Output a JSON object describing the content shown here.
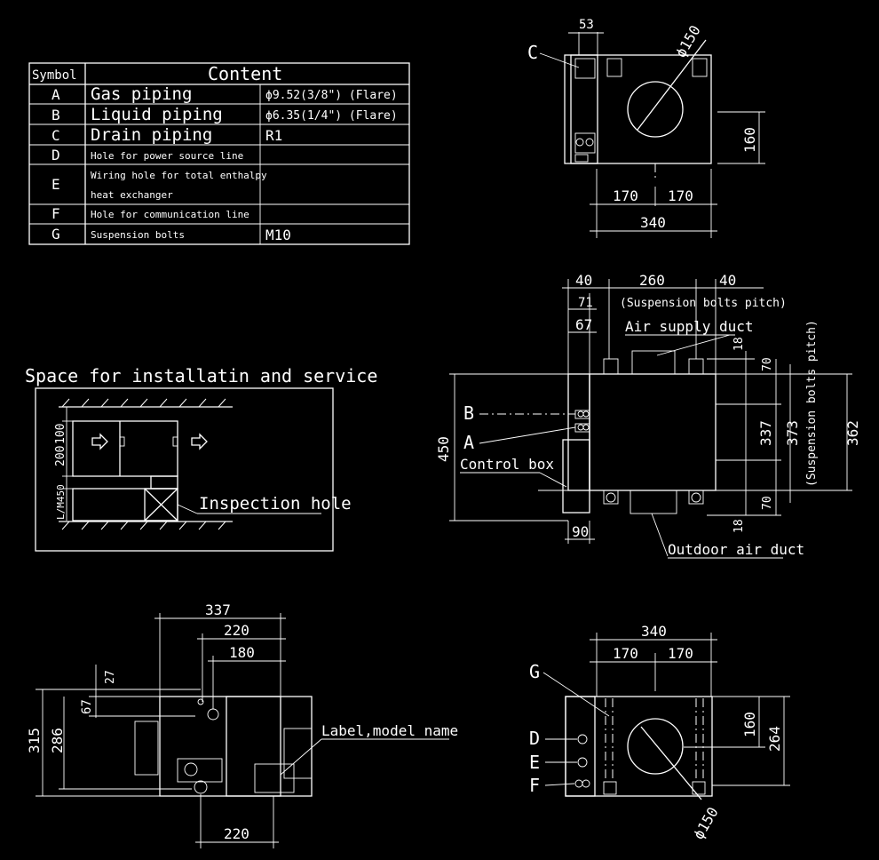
{
  "table": {
    "header_symbol": "Symbol",
    "header_content": "Content",
    "rows": [
      {
        "symbol": "A",
        "content": "Gas piping",
        "spec": "ϕ9.52(3/8\")  (Flare)"
      },
      {
        "symbol": "B",
        "content": "Liquid piping",
        "spec": "ϕ6.35(1/4\")  (Flare)"
      },
      {
        "symbol": "C",
        "content": "Drain piping",
        "spec": "R1"
      },
      {
        "symbol": "D",
        "content": "Hole for power source line",
        "spec": ""
      },
      {
        "symbol": "E",
        "content": "Wiring hole for total enthalpy",
        "content2": "heat exchanger",
        "spec": ""
      },
      {
        "symbol": "F",
        "content": "Hole for communication line",
        "spec": ""
      },
      {
        "symbol": "G",
        "content": "Suspension bolts",
        "spec": "M10"
      }
    ]
  },
  "space": {
    "title": "Space for installatin and service",
    "dim_100": "100",
    "dim_200": "200",
    "dim_450": "L/M450",
    "inspection": "Inspection hole"
  },
  "front_view": {
    "dim_53": "53",
    "dia_150": "ϕ150",
    "label_c": "C",
    "dim_160": "160",
    "dim_170a": "170",
    "dim_170b": "170",
    "dim_340": "340"
  },
  "top_view": {
    "dim_40a": "40",
    "dim_260": "260",
    "dim_40b": "40",
    "dim_71": "71",
    "pitch_note": "(Suspension bolts pitch)",
    "dim_67": "67",
    "air_supply": "Air supply duct",
    "dim_18a": "18",
    "dim_70a": "70",
    "label_b": "B",
    "label_a": "A",
    "dim_450": "450",
    "control_box": "Control box",
    "dim_337": "337",
    "dim_373": "373",
    "dim_362": "362",
    "pitch_note_v": "(Suspension bolts pitch)",
    "dim_70b": "70",
    "dim_18b": "18",
    "dim_90": "90",
    "outdoor_air": "Outdoor air duct"
  },
  "side_view": {
    "dim_337": "337",
    "dim_220a": "220",
    "dim_180": "180",
    "dim_27": "27",
    "dim_67": "67",
    "dim_315": "315",
    "dim_286": "286",
    "label_model": "Label,model name",
    "dim_220b": "220"
  },
  "rear_view": {
    "dim_340": "340",
    "dim_170a": "170",
    "dim_170b": "170",
    "label_g": "G",
    "label_d": "D",
    "label_e": "E",
    "label_f": "F",
    "dim_160": "160",
    "dim_264": "264",
    "dia_150": "ϕ150"
  }
}
